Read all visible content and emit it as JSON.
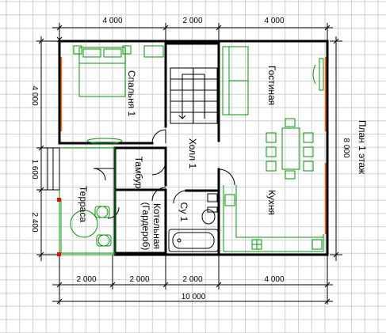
{
  "plan_title": "План 1 этаж",
  "dimensions": {
    "top": [
      "4 000",
      "2 000",
      "4 000"
    ],
    "bottom": [
      "2 000",
      "2 000",
      "2 000",
      "4 000"
    ],
    "bottom_total": "10 000",
    "left": [
      "4 000",
      "1 600",
      "2 400"
    ],
    "right": "8 000"
  },
  "rooms": {
    "bedroom": "Спальня 1",
    "living": "Гостиная",
    "hall": "Холл 1",
    "vestibule": "Тамбур",
    "kitchen": "Кухня",
    "terrace": "Терраса",
    "boiler": "Котельная",
    "wardrobe": "(Гардероб)",
    "bathroom": "Су 1"
  },
  "colors": {
    "walls": "#000000",
    "furniture": "#009900",
    "windows": "#ff6600",
    "grid": "#cfcfcf"
  }
}
